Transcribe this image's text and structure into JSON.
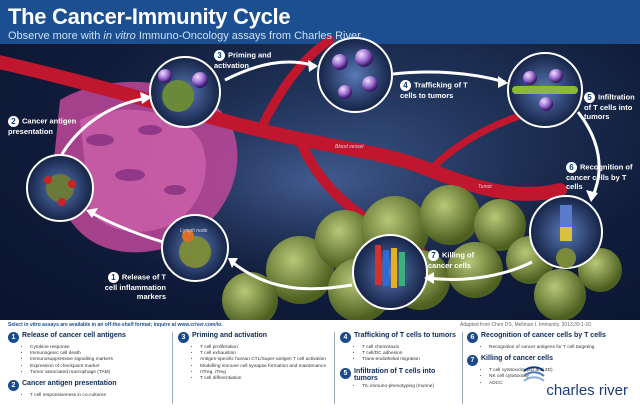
{
  "title": "The Cancer-Immunity Cycle",
  "subtitle_pre": "Observe more with ",
  "subtitle_em": "in vitro",
  "subtitle_post": " Immuno-Oncology assays from Charles River.",
  "colors": {
    "header_band": "#1b4f92",
    "vessel": "#c0162e",
    "tumor": "#7f9540",
    "lymph": "#c0489a",
    "text_dark": "#0a2a5a"
  },
  "steps": [
    {
      "num": "1",
      "label": "Release of T cell inflammation markers"
    },
    {
      "num": "2",
      "label": "Cancer antigen presentation"
    },
    {
      "num": "3",
      "label": "Priming and activation"
    },
    {
      "num": "4",
      "label": "Trafficking of T cells to tumors"
    },
    {
      "num": "5",
      "label": "Infiltration of T cells into tumors"
    },
    {
      "num": "6",
      "label": "Recognition of cancer cells by T cells"
    },
    {
      "num": "7",
      "label": "Killing of cancer cells"
    }
  ],
  "labels": {
    "blood_vessel": "Blood vessel",
    "lymph_node": "Lymph node",
    "tumor": "Tumor"
  },
  "footer": {
    "select_note": "Select in vitro assays are available in an off-the-shelf format; inquire at www.criver.com/io.",
    "credit": "Adapted from Chen DS, Mellman I. Immunity. 2013;39:1-10",
    "columns": [
      {
        "sections": [
          {
            "num": "1",
            "heading": "Release of cancer cell antigens",
            "items": [
              "Cytokine response",
              "Immunogenic cell death",
              "Immunosuppressive signalling markers",
              "Expression of checkpoint marker",
              "Tumor associated macrophage (TAM)"
            ]
          },
          {
            "num": "2",
            "heading": "Cancer antigen presentation",
            "items": [
              "T cell responsiveness in co-cultures"
            ]
          }
        ]
      },
      {
        "sections": [
          {
            "num": "3",
            "heading": "Priming and activation",
            "items": [
              "T cell proliferation",
              "T cell exhaustion",
              "Antigen-specific human CTL/Super-antigen T cell activation",
              "Modelling immune cell synapse formation and maintenance",
              "nTreg, iTreg",
              "T cell differentiation"
            ]
          }
        ]
      },
      {
        "sections": [
          {
            "num": "4",
            "heading": "Trafficking of T cells to tumors",
            "items": [
              "T cell chemotaxis",
              "T cell/DC adhesion",
              "Trans-endothelial migration"
            ]
          },
          {
            "num": "5",
            "heading": "Infiltration of T cells into tumors",
            "items": [
              "TIL immuno-phenotyping (murine)"
            ]
          }
        ]
      },
      {
        "sections": [
          {
            "num": "6",
            "heading": "Recognition of cancer cells by T cells",
            "items": [
              "Recognition of cancer antigens for T cell targeting"
            ]
          },
          {
            "num": "7",
            "heading": "Killing of cancer cells",
            "items": [
              "T cell cytotoxicity (2D and 3D)",
              "NK cell cytotoxicity",
              "ADCC"
            ]
          }
        ]
      }
    ],
    "logo": "charles river"
  }
}
